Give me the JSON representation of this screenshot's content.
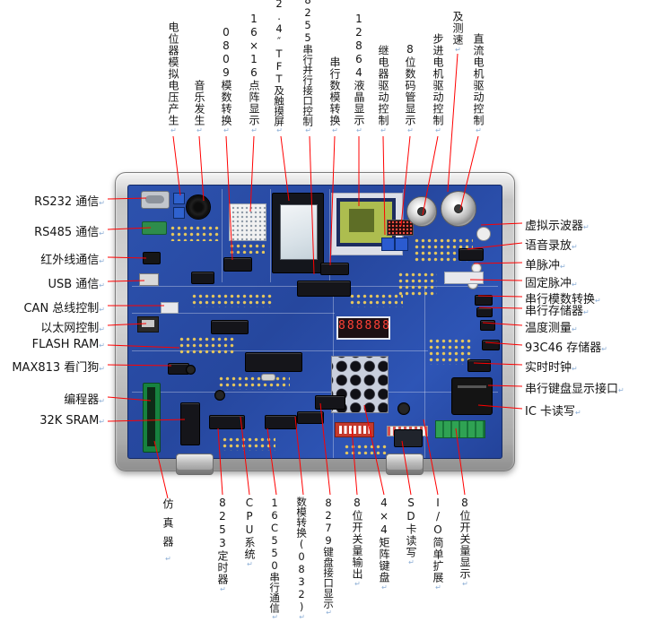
{
  "labels": {
    "paragraph_mark": "↵",
    "top": [
      {
        "text": "电位器模拟电压产生"
      },
      {
        "text": "音乐发生"
      },
      {
        "text": "0809模数转换"
      },
      {
        "text": "16×16点阵显示"
      },
      {
        "text": "2.4″TFT及触摸屏"
      },
      {
        "text": "8255串行并行接口控制"
      },
      {
        "text": "串行数模转换"
      },
      {
        "text": "12864液晶显示"
      },
      {
        "text": "继电器驱动控制"
      },
      {
        "text": "8位数码管显示"
      },
      {
        "text": "步进电机驱动控制"
      },
      {
        "text": "及测速"
      },
      {
        "text": "直流电机驱动控制"
      }
    ],
    "left": [
      {
        "text": "RS232 通信"
      },
      {
        "text": "RS485 通信"
      },
      {
        "text": "红外线通信"
      },
      {
        "text": "USB 通信"
      },
      {
        "text": "CAN 总线控制"
      },
      {
        "text": "以太网控制"
      },
      {
        "text": "FLASH RAM"
      },
      {
        "text": "MAX813 看门狗"
      },
      {
        "text": "编程器"
      },
      {
        "text": "32K SRAM"
      }
    ],
    "right": [
      {
        "text": "虚拟示波器"
      },
      {
        "text": "语音录放"
      },
      {
        "text": "单脉冲"
      },
      {
        "text": "固定脉冲"
      },
      {
        "text": "串行模数转换"
      },
      {
        "text": "串行存储器"
      },
      {
        "text": "温度测量"
      },
      {
        "text": "93C46 存储器"
      },
      {
        "text": "实时时钟"
      },
      {
        "text": "串行键盘显示接口"
      },
      {
        "text": "IC 卡读写"
      }
    ],
    "bottom": [
      {
        "text": "仿真器"
      },
      {
        "text": "8253定时器"
      },
      {
        "text": "CPU系统"
      },
      {
        "text": "16C550串行通信"
      },
      {
        "text": "数模转换(0832)"
      },
      {
        "text": "8279键盘接口显示"
      },
      {
        "text": "8位开关量输出"
      },
      {
        "text": "4×4矩阵键盘"
      },
      {
        "text": "SD卡读写"
      },
      {
        "text": "I/O简单扩展"
      },
      {
        "text": "8位开关量显示"
      }
    ]
  },
  "board": {
    "seg_display": "88888888",
    "colors": {
      "pcb": "#2a4da8",
      "case": "#c8c8c8",
      "leader_line": "#ff0000",
      "lcd_screen": "#adbd4f"
    }
  }
}
